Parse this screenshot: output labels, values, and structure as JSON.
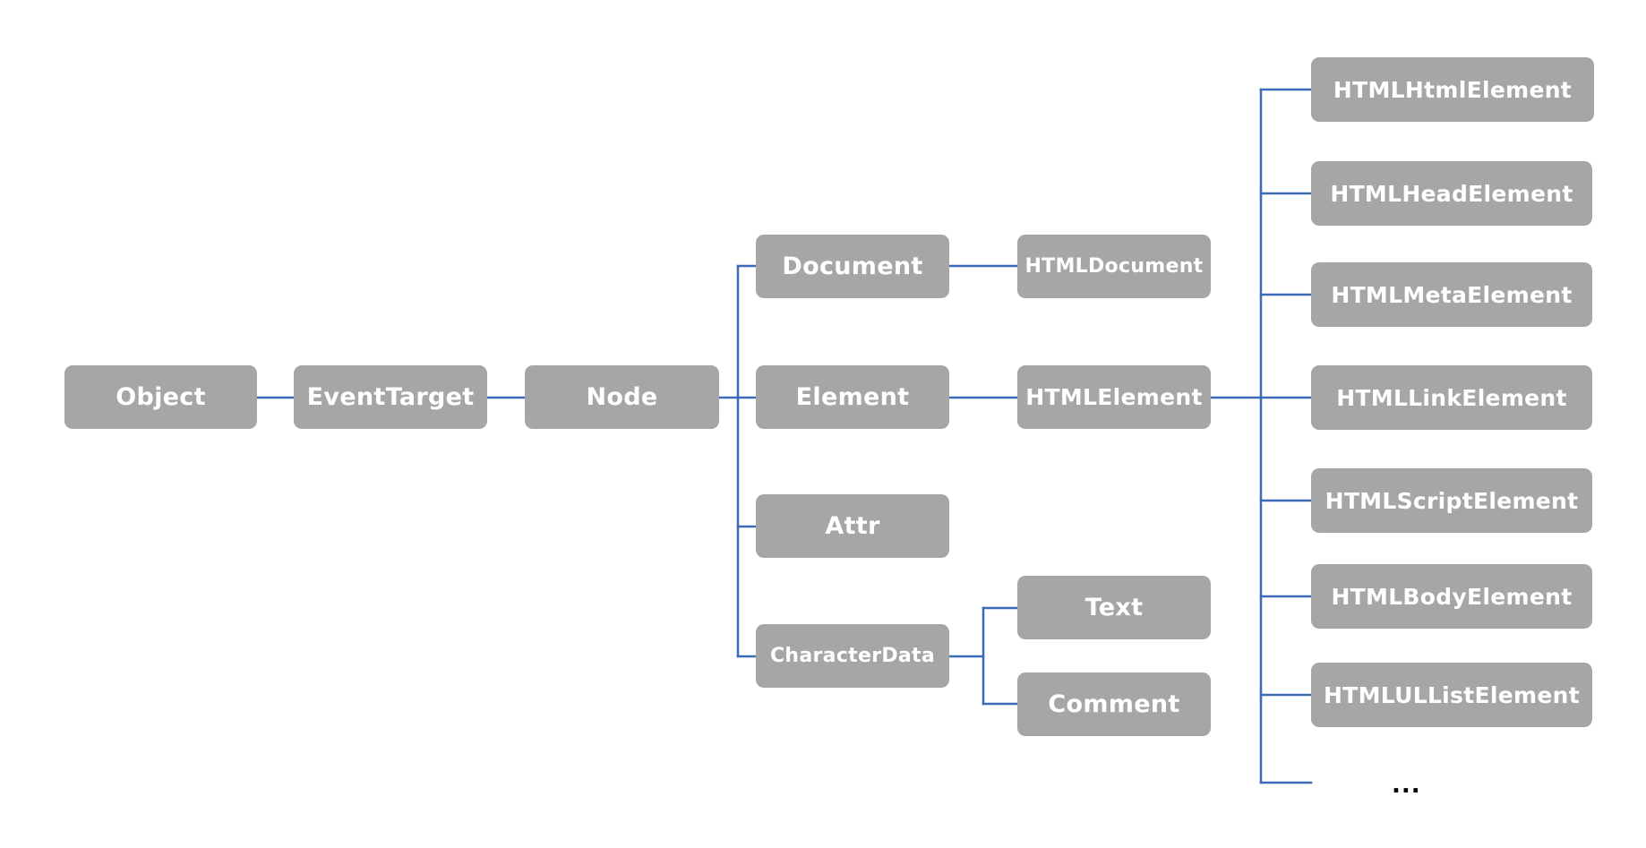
{
  "colors": {
    "node_fill": "#a6a6a6",
    "node_text": "#ffffff",
    "connector": "#3d6ab8"
  },
  "nodes": {
    "object": "Object",
    "event_target": "EventTarget",
    "node": "Node",
    "document": "Document",
    "element": "Element",
    "attr": "Attr",
    "character_data": "CharacterData",
    "html_document": "HTMLDocument",
    "html_element": "HTMLElement",
    "text": "Text",
    "comment": "Comment",
    "html_html_element": "HTMLHtmlElement",
    "html_head_element": "HTMLHeadElement",
    "html_meta_element": "HTMLMetaElement",
    "html_link_element": "HTMLLinkElement",
    "html_script_element": "HTMLScriptElement",
    "html_body_element": "HTMLBodyElement",
    "html_ullist_element": "HTMLULListElement"
  },
  "more_indicator": "..."
}
